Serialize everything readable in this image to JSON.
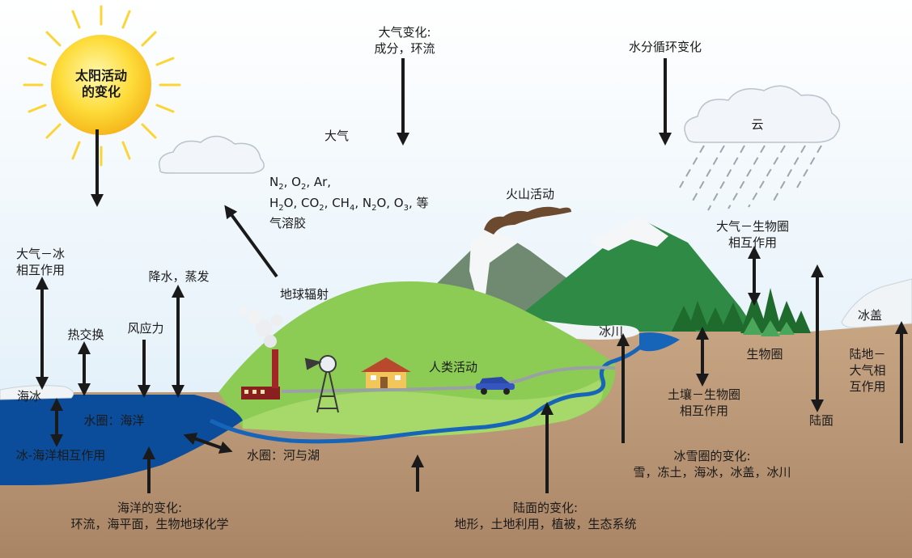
{
  "labels": {
    "sun": "太阳活动\n的变化",
    "atm_change": "大气变化:\n成分，环流",
    "water_cycle_change": "水分循环变化",
    "cloud": "云",
    "atmosphere": "大气",
    "aerosol": "气溶胶",
    "volcano": "火山活动",
    "atm_bio": "大气－生物圈\n相互作用",
    "atm_ice": "大气－冰\n相互作用",
    "precip_evap": "降水，蒸发",
    "heat_exchange": "热交换",
    "wind_stress": "风应力",
    "earth_radiation": "地球辐射",
    "glacier": "冰川",
    "ice_cap": "冰盖",
    "biosphere": "生物圈",
    "land_atm": "陆地－\n大气相\n互作用",
    "sea_ice": "海冰",
    "hydro_ocean": "水圈：海洋",
    "human": "人类活动",
    "soil_bio": "土壤－生物圈\n相互作用",
    "land_surface": "陆面",
    "ice_ocean": "冰-海洋相互作用",
    "hydro_rivers": "水圈：河与湖",
    "cryo_change": "冰雪圈的变化:\n雪，冻土，海冰，冰盖，冰川",
    "ocean_change": "海洋的变化:\n环流，海平面，生物地球化学",
    "land_change": "陆面的变化:\n地形，土地利用，植被，生态系统"
  },
  "composition": {
    "line1": [
      "N",
      "2",
      ", O",
      "2",
      ",  Ar,"
    ],
    "line2": [
      "H",
      "2",
      "O, CO",
      "2",
      ", CH",
      "4",
      ", N",
      "2",
      "O, O",
      "3",
      ", 等"
    ]
  },
  "colors": {
    "sky_top": "#ffffff",
    "sky_bottom": "#dfeef8",
    "ocean": "#0b4d9a",
    "ground": "#c4a284",
    "hill": "#8ccc55",
    "forest_mountain": "#2f8a45",
    "gray_mountain": "#6f8a70",
    "sun": "#fcd535",
    "arrow": "#1a1a1a"
  }
}
